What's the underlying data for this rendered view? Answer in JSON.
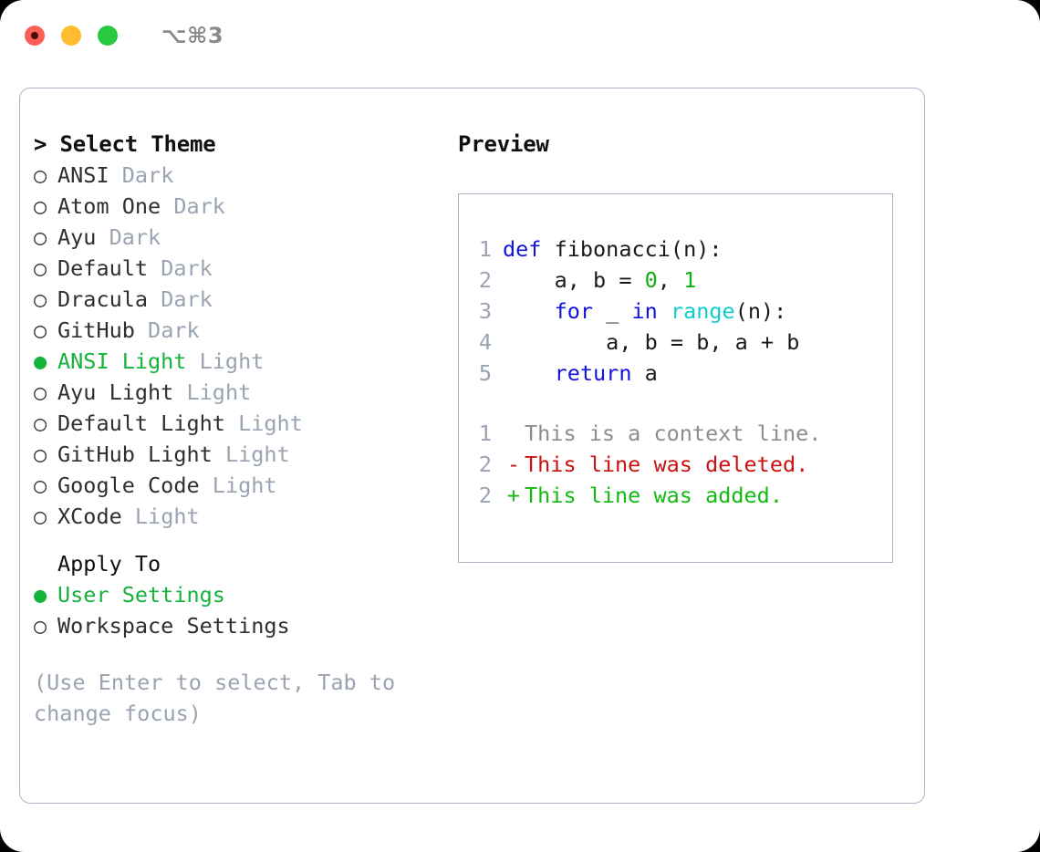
{
  "window": {
    "shortcut": "⌥⌘3",
    "traffic_lights": [
      "close",
      "minimize",
      "maximize"
    ],
    "colors": {
      "close": "#fb6058",
      "minimize": "#fdbd2e",
      "maximize": "#27c93f",
      "panel_border": "#a9b4c6",
      "accent_selected": "#15b23c",
      "muted": "#9aa3b2"
    }
  },
  "theme_list": {
    "header": "> Select Theme",
    "items": [
      {
        "bullet": "○",
        "name": "ANSI",
        "mode": "Dark",
        "selected": false
      },
      {
        "bullet": "○",
        "name": "Atom One",
        "mode": "Dark",
        "selected": false
      },
      {
        "bullet": "○",
        "name": "Ayu",
        "mode": "Dark",
        "selected": false
      },
      {
        "bullet": "○",
        "name": "Default",
        "mode": "Dark",
        "selected": false
      },
      {
        "bullet": "○",
        "name": "Dracula",
        "mode": "Dark",
        "selected": false
      },
      {
        "bullet": "○",
        "name": "GitHub",
        "mode": "Dark",
        "selected": false
      },
      {
        "bullet": "●",
        "name": "ANSI Light",
        "mode": "Light",
        "selected": true
      },
      {
        "bullet": "○",
        "name": "Ayu Light",
        "mode": "Light",
        "selected": false
      },
      {
        "bullet": "○",
        "name": "Default Light",
        "mode": "Light",
        "selected": false
      },
      {
        "bullet": "○",
        "name": "GitHub Light",
        "mode": "Light",
        "selected": false
      },
      {
        "bullet": "○",
        "name": "Google Code",
        "mode": "Light",
        "selected": false
      },
      {
        "bullet": "○",
        "name": "XCode",
        "mode": "Light",
        "selected": false
      }
    ]
  },
  "apply_to": {
    "label": "Apply To",
    "options": [
      {
        "bullet": "●",
        "name": "User Settings",
        "selected": true
      },
      {
        "bullet": "○",
        "name": "Workspace Settings",
        "selected": false
      }
    ]
  },
  "hint": "(Use Enter to select, Tab to change focus)",
  "preview": {
    "title": "Preview",
    "code_lines": [
      {
        "number": "1",
        "tokens": [
          {
            "text": "def ",
            "kind": "kw"
          },
          {
            "text": "fibonacci(n):",
            "kind": "plain"
          }
        ]
      },
      {
        "number": "2",
        "tokens": [
          {
            "text": "    a, b = ",
            "kind": "plain"
          },
          {
            "text": "0",
            "kind": "num"
          },
          {
            "text": ", ",
            "kind": "plain"
          },
          {
            "text": "1",
            "kind": "num"
          }
        ]
      },
      {
        "number": "3",
        "tokens": [
          {
            "text": "    ",
            "kind": "plain"
          },
          {
            "text": "for",
            "kind": "kw"
          },
          {
            "text": " _ ",
            "kind": "plain"
          },
          {
            "text": "in",
            "kind": "kw"
          },
          {
            "text": " ",
            "kind": "plain"
          },
          {
            "text": "range",
            "kind": "fn"
          },
          {
            "text": "(n):",
            "kind": "plain"
          }
        ]
      },
      {
        "number": "4",
        "tokens": [
          {
            "text": "        a, b = b, a + b",
            "kind": "plain"
          }
        ]
      },
      {
        "number": "5",
        "tokens": [
          {
            "text": "    ",
            "kind": "plain"
          },
          {
            "text": "return",
            "kind": "kw"
          },
          {
            "text": " a",
            "kind": "plain"
          }
        ]
      }
    ],
    "diff_lines": [
      {
        "number": "1",
        "marker": " ",
        "text": "This is a context line.",
        "kind": "context"
      },
      {
        "number": "2",
        "marker": "-",
        "text": "This line was deleted.",
        "kind": "deleted"
      },
      {
        "number": "2",
        "marker": "+",
        "text": "This line was added.",
        "kind": "added"
      }
    ]
  }
}
